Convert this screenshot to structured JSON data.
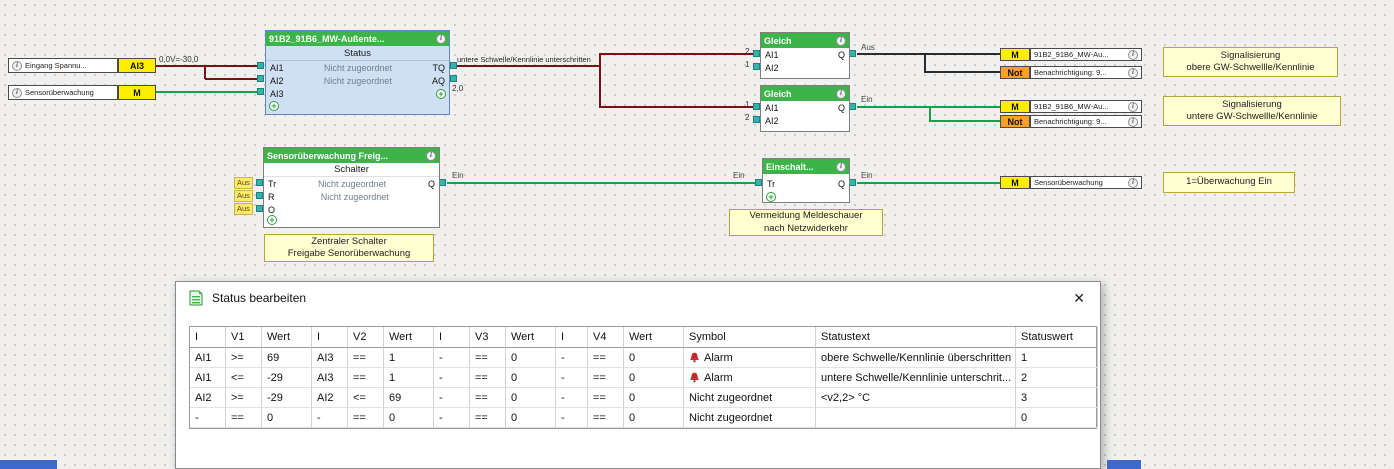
{
  "icons": {
    "info": "i",
    "close": "✕",
    "plus": "+"
  },
  "colors": {
    "wire_analog": "#7a1215",
    "wire_on": "#15a24b",
    "wire_off": "#2b2b2b",
    "block_header": "#3cb44a",
    "ref_yellow": "#ffee00",
    "ref_orange": "#ffa028"
  },
  "inputs": [
    {
      "label": "Eingang  Spannu...",
      "ref": "AI3"
    },
    {
      "label": "Sensorüberwachung",
      "ref": "M"
    }
  ],
  "wire_labels": {
    "scale": "0,0V=-30,0",
    "aq_value": "2,0",
    "status_out": "untere  Schwelle/Kennlinie  unterschritten"
  },
  "main_block": {
    "title": "91B2_91B6_MW-Außente...",
    "subtitle": "Status",
    "pins_in": [
      "AI1",
      "AI2",
      "AI3"
    ],
    "pins_out": [
      "TQ",
      "AQ"
    ],
    "unassigned": "Nicht zugeordnet"
  },
  "gleich1": {
    "title": "Gleich",
    "in1": "AI1",
    "in2": "AI2",
    "val1": "2",
    "val2": "1",
    "out": "Q",
    "state": "Aus"
  },
  "gleich2": {
    "title": "Gleich",
    "in1": "AI1",
    "in2": "AI2",
    "val1": "1",
    "val2": "2",
    "out": "Q",
    "state": "Ein"
  },
  "schalter": {
    "title": "Sensorüberwachung Freig...",
    "subtitle": "Schalter",
    "pins": [
      "Tr",
      "R",
      "O"
    ],
    "states": [
      "Aus",
      "Aus",
      "Aus"
    ],
    "unassigned": "Nicht zugeordnet",
    "out": "Q",
    "out_state": "Ein"
  },
  "einschalt": {
    "title": "Einschalt...",
    "pin": "Tr",
    "in_state": "Ein",
    "out": "Q",
    "out_state": "Ein"
  },
  "outputs": [
    {
      "ref": "M",
      "label": "91B2_91B6_MW-Au..."
    },
    {
      "ref": "Not",
      "label": "Benachrichtigung:  9..."
    },
    {
      "ref": "M",
      "label": "91B2_91B6_MW-Au..."
    },
    {
      "ref": "Not",
      "label": "Benachrichtigung:  9..."
    },
    {
      "ref": "M",
      "label": "Sensorüberwachung"
    }
  ],
  "notes": [
    {
      "line1": "Signalisierung",
      "line2": "obere GW-Schwellle/Kennlinie"
    },
    {
      "line1": "Signalisierung",
      "line2": "untere GW-Schwellle/Kennlinie"
    },
    {
      "line1": "Zentraler Schalter",
      "line2": "Freigabe Senorüberwachung"
    },
    {
      "line1": "Vermeidung Meldeschauer",
      "line2": "nach Netzwiderkehr"
    },
    {
      "line1": "1=Überwachung Ein",
      "line2": ""
    }
  ],
  "dialog": {
    "title": "Status bearbeiten",
    "columns": [
      "I",
      "V1",
      "Wert",
      "I",
      "V2",
      "Wert",
      "I",
      "V3",
      "Wert",
      "I",
      "V4",
      "Wert",
      "Symbol",
      "Statustext",
      "Statuswert"
    ],
    "rows": [
      {
        "cells": [
          "AI1",
          ">=",
          "69",
          "AI3",
          "==",
          "1",
          "-",
          "==",
          "0",
          "-",
          "==",
          "0"
        ],
        "alarm": true,
        "symbol": "Alarm",
        "statustext": "obere Schwelle/Kennlinie überschritten",
        "statuswert": "1"
      },
      {
        "cells": [
          "AI1",
          "<=",
          "-29",
          "AI3",
          "==",
          "1",
          "-",
          "==",
          "0",
          "-",
          "==",
          "0"
        ],
        "alarm": true,
        "symbol": "Alarm",
        "statustext": "untere Schwelle/Kennlinie unterschrit...",
        "statuswert": "2"
      },
      {
        "cells": [
          "AI2",
          ">=",
          "-29",
          "AI2",
          "<=",
          "69",
          "-",
          "==",
          "0",
          "-",
          "==",
          "0"
        ],
        "alarm": false,
        "symbol": "Nicht zugeordnet",
        "statustext": "<v2,2> °C",
        "statuswert": "3"
      },
      {
        "cells": [
          "-",
          "==",
          "0",
          "-",
          "==",
          "0",
          "-",
          "==",
          "0",
          "-",
          "==",
          "0"
        ],
        "alarm": false,
        "symbol": "Nicht zugeordnet",
        "statustext": "",
        "statuswert": "0"
      }
    ]
  }
}
